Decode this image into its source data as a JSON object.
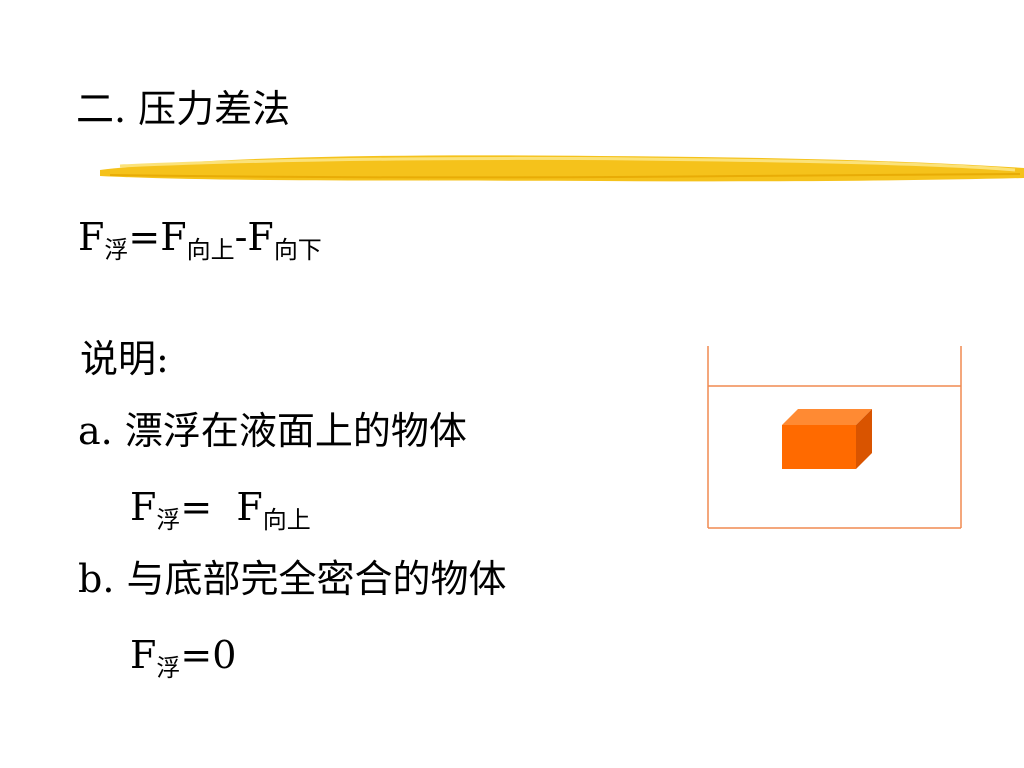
{
  "slide": {
    "title": "二. 压力差法",
    "formula": {
      "f1": "F",
      "s1": "浮",
      "eq": "=F",
      "s2": "向上",
      "minus": "-F",
      "s3": "向下"
    },
    "note_label": "说明:",
    "item_a": {
      "prefix": "a.",
      "text": "漂浮在液面上的物体",
      "formula": {
        "f1": "F",
        "s1": "浮",
        "eq": "=  F",
        "s2": "向上"
      }
    },
    "item_b": {
      "prefix": "b.",
      "text": "与底部完全密合的物体",
      "formula": {
        "f1": "F",
        "s1": "浮",
        "eq": "=0"
      }
    }
  },
  "colors": {
    "brush": "#f5c21b",
    "container_line": "#f08a50",
    "block_front": "#ff6a00",
    "block_top": "#ff8a33",
    "block_side": "#d95400"
  }
}
